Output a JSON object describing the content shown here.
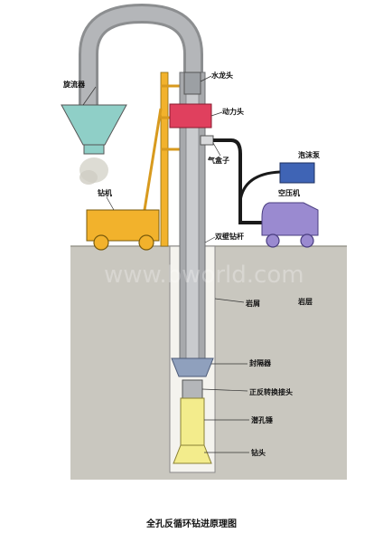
{
  "labels": {
    "cyclone": "旋流器",
    "swivel": "水龙头",
    "power_head": "动力头",
    "air_box": "气盒子",
    "foam_pump": "泡沫泵",
    "air_compressor": "空压机",
    "rig": "钻机",
    "dual_wall_rod": "双壁钻杆",
    "rock": "岩层",
    "rock_wall": "岩屑",
    "seal": "封隔器",
    "adapter": "正反转换接头",
    "hole_hammer": "潜孔锤",
    "bit": "钻头"
  },
  "caption": "全孔反循环钻进原理图",
  "watermark": "www.bworld.com",
  "colors": {
    "ground": "#c9c7bf",
    "pipe": "#a7a9ac",
    "rig": "#f2b22c",
    "power_head": "#e0405e",
    "cyclone": "#8fcfc7",
    "pump": "#3f64b5",
    "compressor": "#9a8ad0",
    "hammer": "#f3ec8c",
    "hose": "#1a1a1a"
  }
}
